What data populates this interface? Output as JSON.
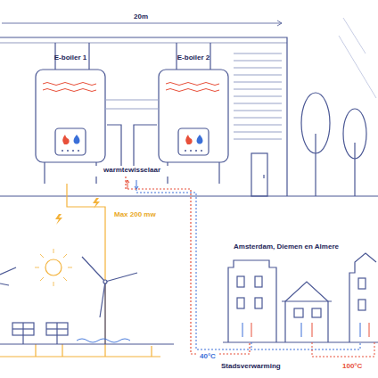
{
  "diagram": {
    "nodes": [
      {
        "text": [
          "E-boiler 1"
        ]
      },
      {
        "text": [
          "E-boiler 2"
        ]
      },
      {
        "text": [
          "warmtewisselaar"
        ]
      },
      {
        "text": [
          "Amsterdam, Diemen en Almere"
        ]
      }
    ],
    "edges": [
      {
        "from": 0,
        "to": 2,
        "arrow": "none"
      },
      {
        "from": 1,
        "to": 2,
        "arrow": "none"
      },
      {
        "from": 2,
        "to": 3,
        "arrow": "none"
      }
    ],
    "labels": [
      "20m",
      "Max 200 mw",
      "40°C",
      "Stadsverwarming",
      "100°C"
    ]
  }
}
